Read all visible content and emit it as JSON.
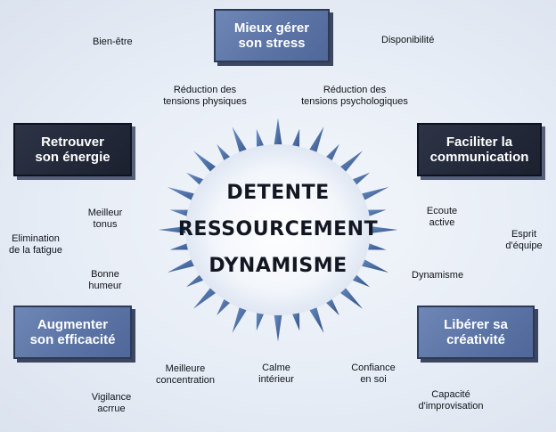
{
  "center": {
    "line1": "DETENTE",
    "line2": "RESSOURCEMENT",
    "line3": "DYNAMISME"
  },
  "boxes": {
    "top": {
      "line1": "Mieux gérer",
      "line2": "son stress"
    },
    "left_upper": {
      "line1": "Retrouver",
      "line2": "son énergie"
    },
    "right_upper": {
      "line1": "Faciliter la",
      "line2": "communication"
    },
    "left_lower": {
      "line1": "Augmenter",
      "line2": "son efficacité"
    },
    "right_lower": {
      "line1": "Libérer sa",
      "line2": "créativité"
    }
  },
  "labels": {
    "bien_etre": "Bien-être",
    "disponibilite": "Disponibilité",
    "reduction_physiques": {
      "line1": "Réduction des",
      "line2": "tensions physiques"
    },
    "reduction_psycho": {
      "line1": "Réduction des",
      "line2": "tensions psychologiques"
    },
    "meilleur_tonus": {
      "line1": "Meilleur",
      "line2": "tonus"
    },
    "elimination": {
      "line1": "Elimination",
      "line2": "de la fatigue"
    },
    "bonne_humeur": {
      "line1": "Bonne",
      "line2": "humeur"
    },
    "ecoute_active": {
      "line1": "Ecoute",
      "line2": "active"
    },
    "esprit_equipe": {
      "line1": "Esprit",
      "line2": "d'équipe"
    },
    "dynamisme": "Dynamisme",
    "meilleure_concentration": {
      "line1": "Meilleure",
      "line2": "concentration"
    },
    "calme_interieur": {
      "line1": "Calme",
      "line2": "intérieur"
    },
    "confiance_en_soi": {
      "line1": "Confiance",
      "line2": "en soi"
    },
    "vigilance_accrue": {
      "line1": "Vigilance",
      "line2": "acrrue"
    },
    "capacite_improvisation": {
      "line1": "Capacité",
      "line2": "d'improvisation"
    }
  },
  "colors": {
    "background": "#e9eef6",
    "light_box": "#5b74a5",
    "dark_box": "#222838",
    "star_spike": "#4a6ea8",
    "star_core": "#f5f8fc"
  }
}
